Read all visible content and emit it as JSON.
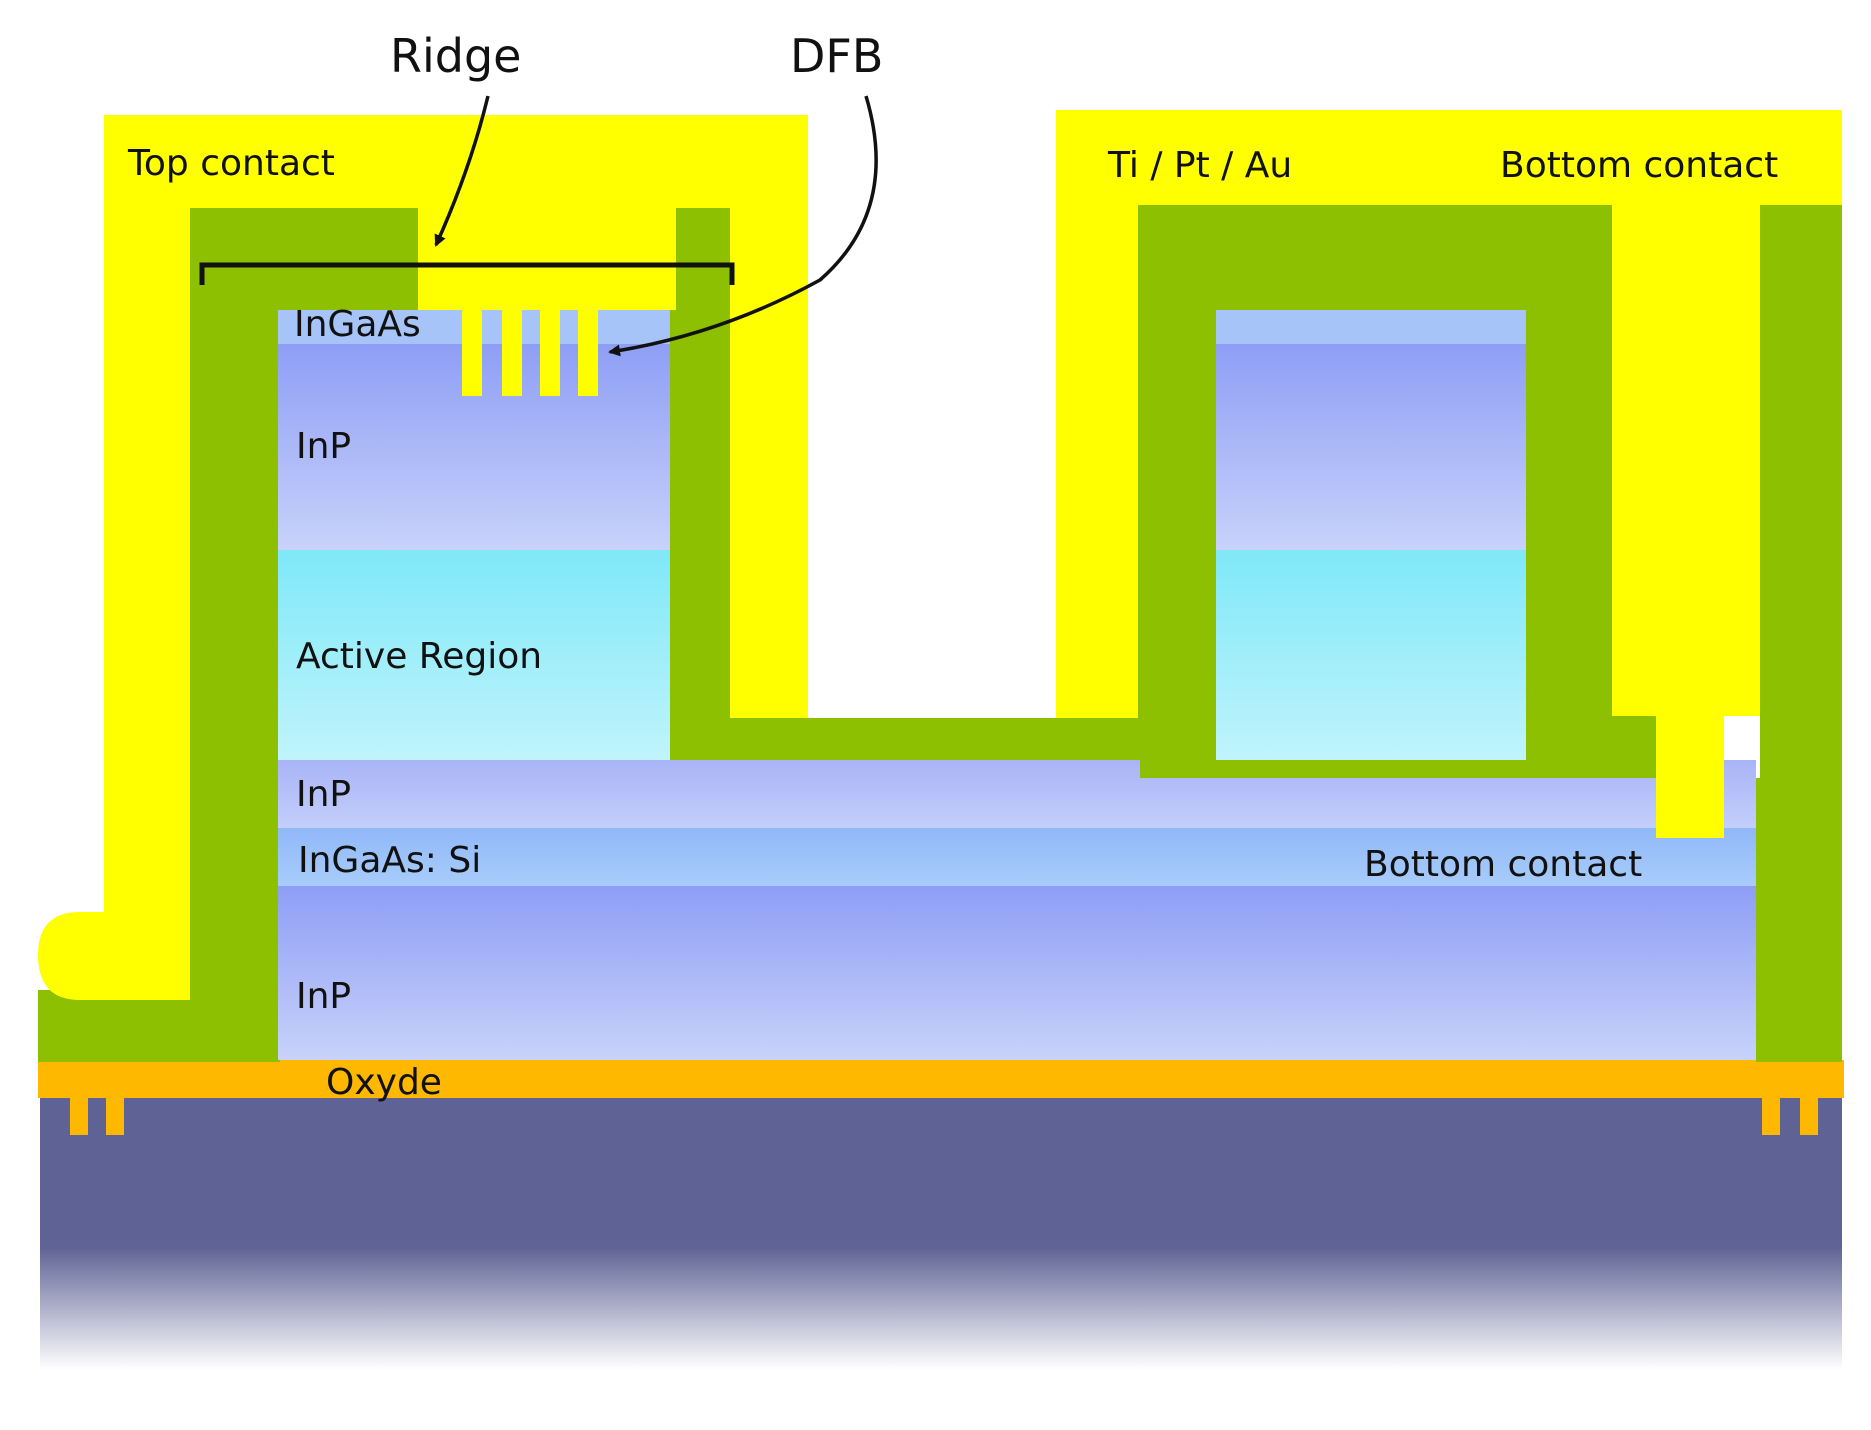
{
  "labels": {
    "ridge": "Ridge",
    "dfb": "DFB",
    "top_contact": "Top contact",
    "metal_stack": "Ti / Pt / Au",
    "bottom_contact_top": "Bottom contact",
    "bottom_contact_layer": "Bottom contact",
    "ingaas_top": "InGaAs",
    "inp_upper": "InP",
    "active_region": "Active Region",
    "inp_middle": "InP",
    "ingaas_si": "InGaAs: Si",
    "inp_lower": "InP",
    "oxide": "Oxyde"
  },
  "colors": {
    "metal_yellow": "#FFFF00",
    "passivation_green": "#8DC000",
    "inp_blue": "#8E9EF5",
    "inp_light": "#C8D2FA",
    "active_cyan": "#7FE8F8",
    "active_light": "#C0F4FC",
    "ingaas_blue": "#98C0F8",
    "oxide_orange": "#FFB800",
    "substrate_purple": "#5E6294",
    "arrow_black": "#111111"
  }
}
